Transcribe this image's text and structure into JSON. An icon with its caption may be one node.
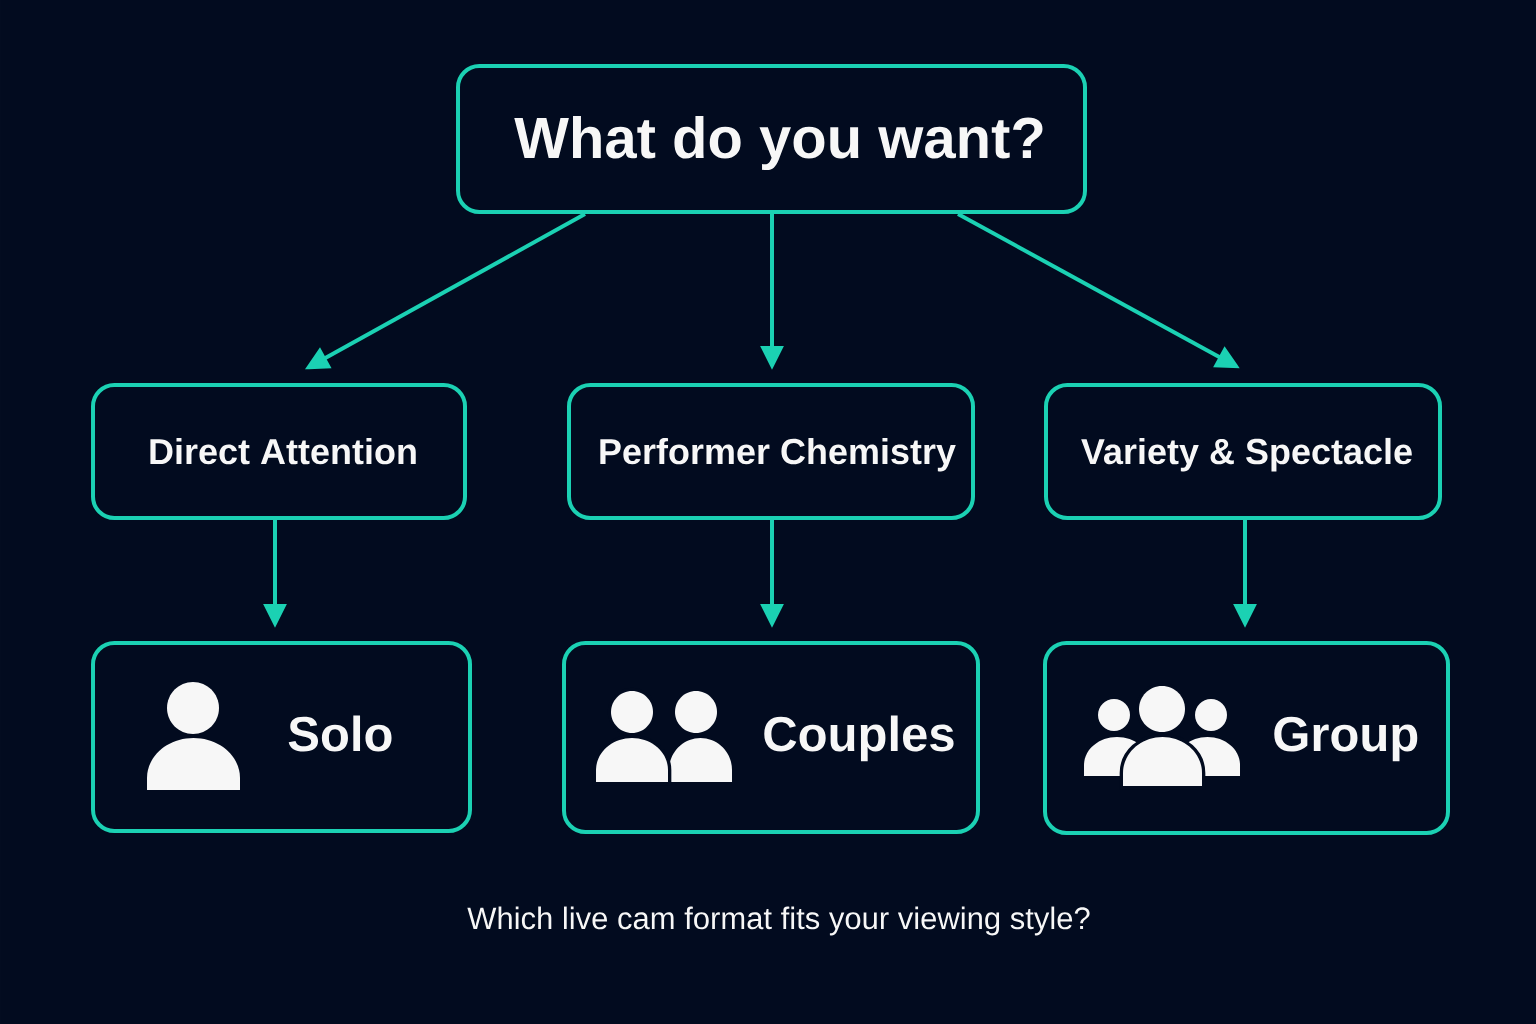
{
  "diagram": {
    "caption": "Which live cam format fits your viewing style?",
    "nodes": [
      {
        "text": [
          "What do you want?"
        ]
      },
      {
        "text": [
          "Direct Attention"
        ]
      },
      {
        "text": [
          "Performer Chemistry"
        ]
      },
      {
        "text": [
          "Variety & Spectacle"
        ]
      },
      {
        "text": [
          "Solo"
        ]
      },
      {
        "text": [
          "Couples"
        ]
      },
      {
        "text": [
          "Group"
        ]
      }
    ],
    "edges": [
      {
        "from": 0,
        "to": 1,
        "arrow": "to"
      },
      {
        "from": 0,
        "to": 2,
        "arrow": "to"
      },
      {
        "from": 0,
        "to": 3,
        "arrow": "to"
      },
      {
        "from": 1,
        "to": 4,
        "arrow": "to"
      },
      {
        "from": 2,
        "to": 5,
        "arrow": "to"
      },
      {
        "from": 3,
        "to": 6,
        "arrow": "to"
      }
    ]
  }
}
